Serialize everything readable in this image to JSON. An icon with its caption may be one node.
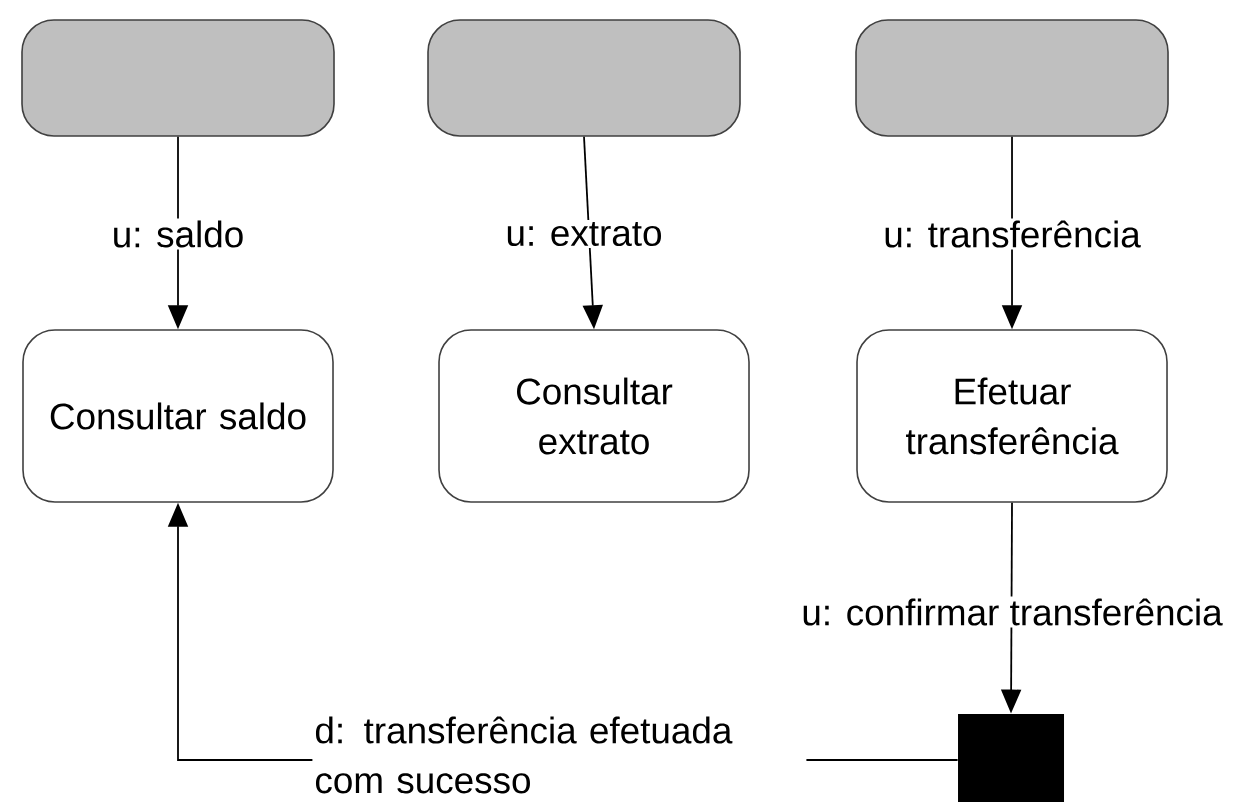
{
  "diagram": {
    "nodes": [
      {
        "text": [],
        "shape": "box"
      },
      {
        "text": [],
        "shape": "box"
      },
      {
        "text": [],
        "shape": "box"
      },
      {
        "text": [
          "Consultar saldo"
        ]
      },
      {
        "text": [
          "Consultar extrato"
        ]
      },
      {
        "text": [
          "Efetuar transferência"
        ]
      },
      {
        "text": [],
        "shape": "box"
      }
    ],
    "edges": [
      {
        "from": 0,
        "to": 3,
        "arrow": "to",
        "label": "u: saldo"
      },
      {
        "from": 1,
        "to": 4,
        "arrow": "to",
        "label": "u: extrato"
      },
      {
        "from": 2,
        "to": 5,
        "arrow": "to",
        "label": "u: transferência"
      },
      {
        "from": 5,
        "to": 6,
        "arrow": "to",
        "label": "u: confirmar transferência"
      },
      {
        "from": 6,
        "to": 3,
        "arrow": "to",
        "label": "d: transferência efetuada com sucesso"
      }
    ]
  }
}
